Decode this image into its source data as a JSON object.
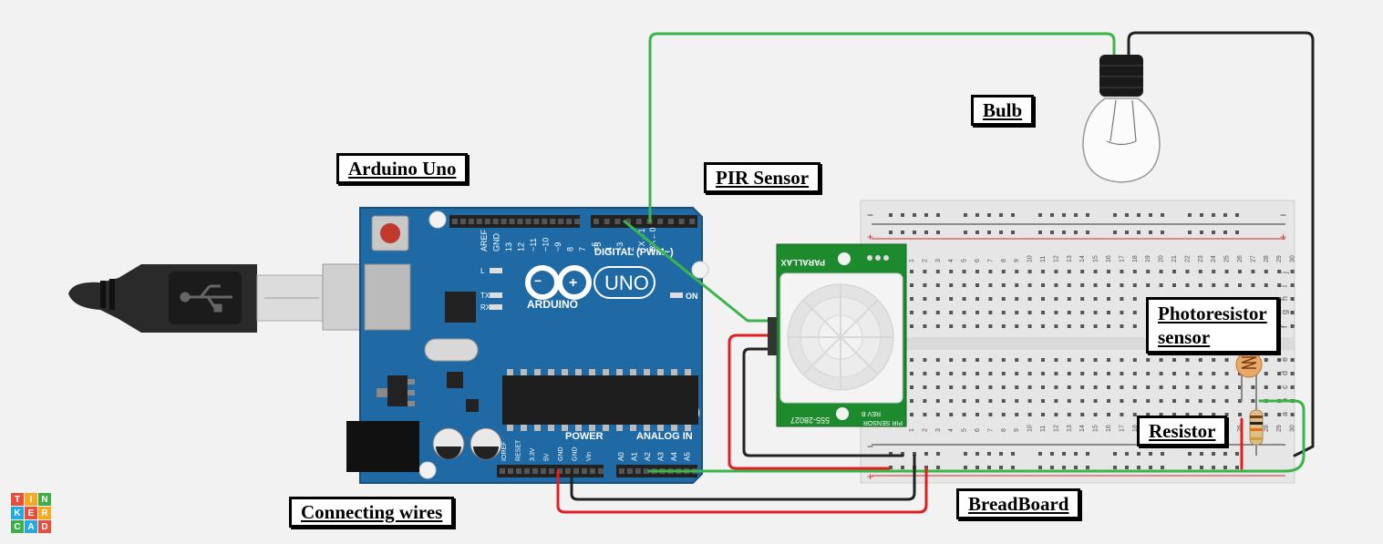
{
  "labels": {
    "arduino": "Arduino Uno",
    "pir": "PIR Sensor",
    "bulb": "Bulb",
    "photoresistor_line1": "Photoresistor",
    "photoresistor_line2": "sensor",
    "resistor": "Resistor",
    "breadboard": "BreadBoard",
    "wires": "Connecting wires"
  },
  "arduino_board": {
    "name": "ARDUINO",
    "model": "UNO",
    "digital_header": "DIGITAL (PWM~)",
    "power_header": "POWER",
    "analog_header": "ANALOG IN",
    "on_label": "ON",
    "digital_pins": [
      "AREF",
      "GND",
      "13",
      "12",
      "~11",
      "~10",
      "~9",
      "8",
      "7",
      "~6",
      "~5",
      "4",
      "~3",
      "2",
      "TX→1",
      "RX←0"
    ],
    "power_pins": [
      "IOREF",
      "RESET",
      "3.3V",
      "5V",
      "GND",
      "GND",
      "Vin"
    ],
    "analog_pins": [
      "A0",
      "A1",
      "A2",
      "A3",
      "A4",
      "A5"
    ],
    "leds": [
      "L",
      "TX",
      "RX"
    ]
  },
  "pir_sensor": {
    "brand": "PARALLAX",
    "part_number": "555-28027",
    "model_label": "PIR SENSOR",
    "revision": "REV B"
  },
  "breadboard": {
    "columns": [
      "1",
      "2",
      "3",
      "4",
      "5",
      "6",
      "7",
      "8",
      "9",
      "10",
      "11",
      "12",
      "13",
      "14",
      "15",
      "16",
      "17",
      "18",
      "19",
      "20",
      "21",
      "22",
      "23",
      "24",
      "25",
      "26",
      "27",
      "28",
      "29",
      "30"
    ],
    "rows_top": [
      "j",
      "i",
      "h",
      "g",
      "f"
    ],
    "rows_bottom": [
      "e",
      "d",
      "c",
      "b",
      "a"
    ],
    "rail_plus": "+",
    "rail_minus": "−"
  },
  "logo": {
    "letters": [
      "T",
      "I",
      "N",
      "K",
      "E",
      "R",
      "C",
      "A",
      "D"
    ]
  },
  "colors": {
    "background": "#f2f2f2",
    "board": "#1f6aa5",
    "green_wire": "#3bb54a",
    "red_wire": "#e02020",
    "black_wire": "#222222",
    "pcb_green": "#1e8a2e"
  }
}
